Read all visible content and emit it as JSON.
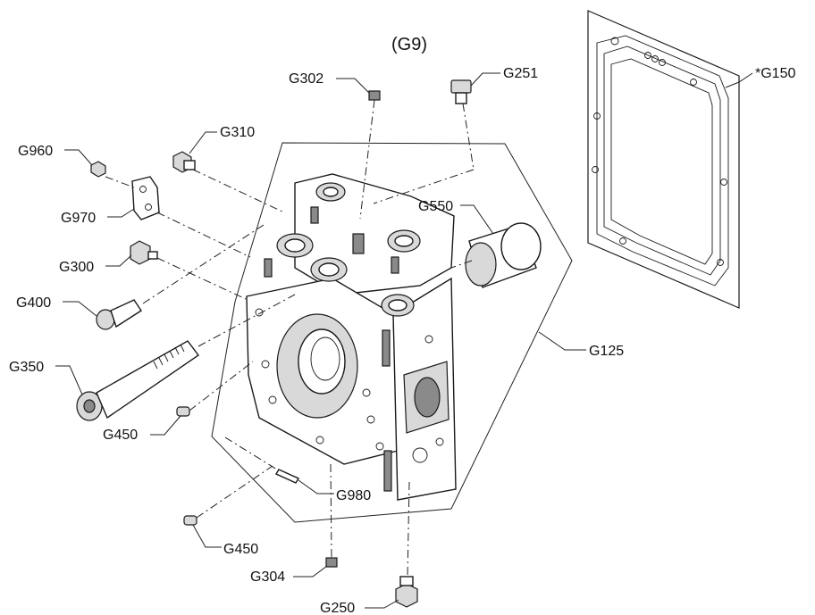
{
  "title": "(G9)",
  "callouts": {
    "G302": "G302",
    "G251": "G251",
    "G150": "*G150",
    "G310": "G310",
    "G960": "G960",
    "G970": "G970",
    "G550": "G550",
    "G300": "G300",
    "G400": "G400",
    "G125": "G125",
    "G350": "G350",
    "G450a": "G450",
    "G980": "G980",
    "G450b": "G450",
    "G304": "G304",
    "G250": "G250"
  }
}
